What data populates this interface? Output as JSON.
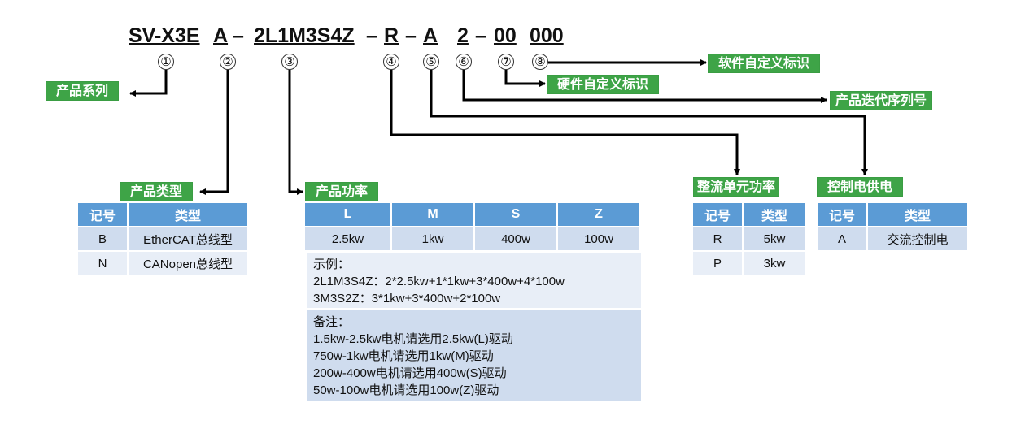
{
  "model_code": {
    "segments": [
      "SV-X3E",
      "A",
      "2L1M3S4Z",
      "R",
      "A",
      "2",
      "00",
      "000"
    ],
    "separators": [
      "–",
      "–",
      "–",
      "–"
    ]
  },
  "markers": [
    "①",
    "②",
    "③",
    "④",
    "⑤",
    "⑥",
    "⑦",
    "⑧"
  ],
  "labels": {
    "series": "产品系列",
    "type": "产品类型",
    "power": "产品功率",
    "rectifier": "整流单元功率",
    "control_supply": "控制电供电",
    "iteration": "产品迭代序列号",
    "hardware": "硬件自定义标识",
    "software": "软件自定义标识"
  },
  "type_table": {
    "headers": [
      "记号",
      "类型"
    ],
    "rows": [
      [
        "B",
        "EtherCAT总线型"
      ],
      [
        "N",
        "CANopen总线型"
      ]
    ]
  },
  "power_table": {
    "headers": [
      "L",
      "M",
      "S",
      "Z"
    ],
    "values": [
      "2.5kw",
      "1kw",
      "400w",
      "100w"
    ]
  },
  "example": {
    "title": "示例：",
    "lines": [
      "2L1M3S4Z：2*2.5kw+1*1kw+3*400w+4*100w",
      "3M3S2Z：3*1kw+3*400w+2*100w"
    ]
  },
  "remarks": {
    "title": "备注：",
    "lines": [
      "1.5kw-2.5kw电机请选用2.5kw(L)驱动",
      "750w-1kw电机请选用1kw(M)驱动",
      "200w-400w电机请选用400w(S)驱动",
      "50w-100w电机请选用100w(Z)驱动"
    ]
  },
  "rectifier_table": {
    "headers": [
      "记号",
      "类型"
    ],
    "rows": [
      [
        "R",
        "5kw"
      ],
      [
        "P",
        "3kw"
      ]
    ]
  },
  "control_table": {
    "headers": [
      "记号",
      "类型"
    ],
    "rows": [
      [
        "A",
        "交流控制电"
      ]
    ]
  },
  "colors": {
    "tag_green": "#3ea447",
    "header_blue": "#5b9bd5",
    "cell_light": "#cfdcee"
  }
}
